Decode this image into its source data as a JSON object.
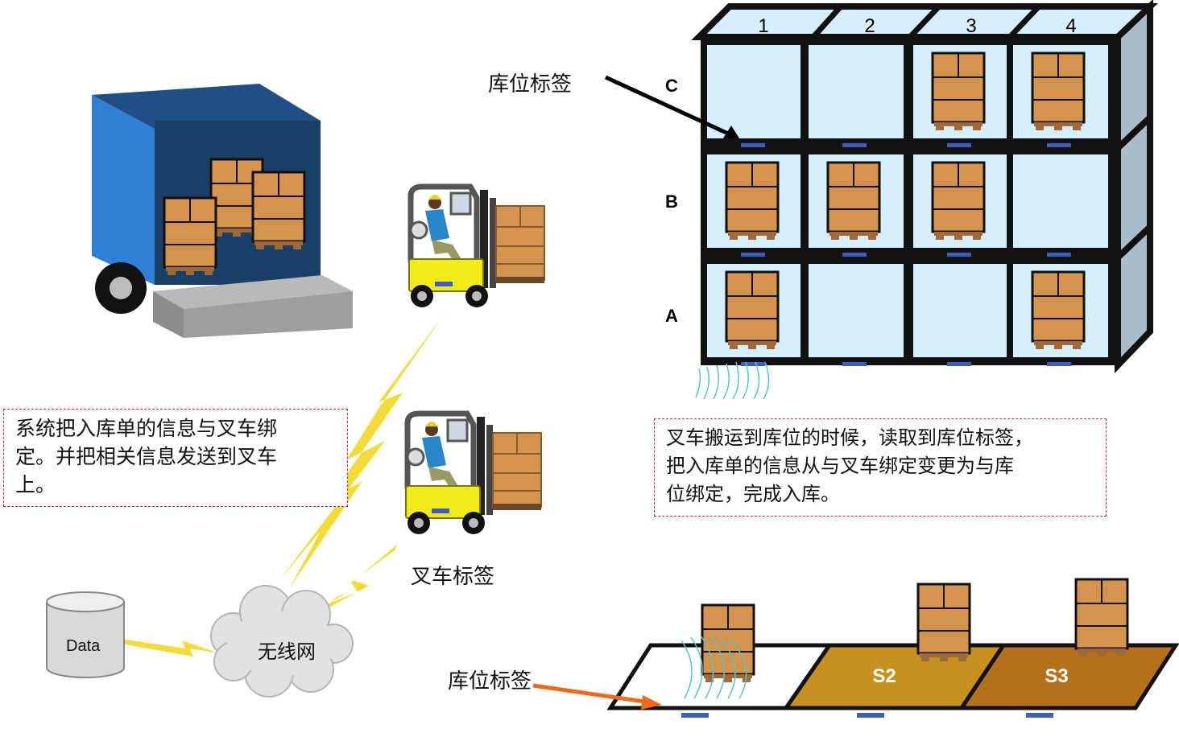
{
  "labels": {
    "slot_tag_top": "库位标签",
    "slot_tag_bottom": "库位标签",
    "forklift_tag": "叉车标签",
    "database": "Data",
    "wireless": "无线网"
  },
  "notes": {
    "left": [
      "系统把入库单的信息与叉车绑",
      "定。并把相关信息发送到叉车",
      "上。"
    ],
    "right": [
      "叉车搬运到库位的时候，读取到库位标签，",
      "把入库单的信息从与叉车绑定变更为与库",
      "位绑定，完成入库。"
    ]
  },
  "rack": {
    "columns": [
      "1",
      "2",
      "3",
      "4"
    ],
    "rows": [
      "C",
      "B",
      "A"
    ],
    "occupied": {
      "C": [
        false,
        false,
        true,
        true
      ],
      "B": [
        true,
        true,
        true,
        false
      ],
      "A": [
        true,
        false,
        false,
        true
      ]
    }
  },
  "floor_slots": [
    "",
    "S2",
    "S3"
  ],
  "colors": {
    "truck_blue": "#2f7fd6",
    "truck_dark": "#1a3f66",
    "box": "#d4934f",
    "rack_cell": "#d6efff",
    "forklift": "#f2ea1a",
    "tag": "#3b5fc0",
    "lightning": "#f3dc3a",
    "slot_s2": "#c8911f",
    "slot_s3": "#b5721e",
    "note_border": "#d62a2a"
  }
}
